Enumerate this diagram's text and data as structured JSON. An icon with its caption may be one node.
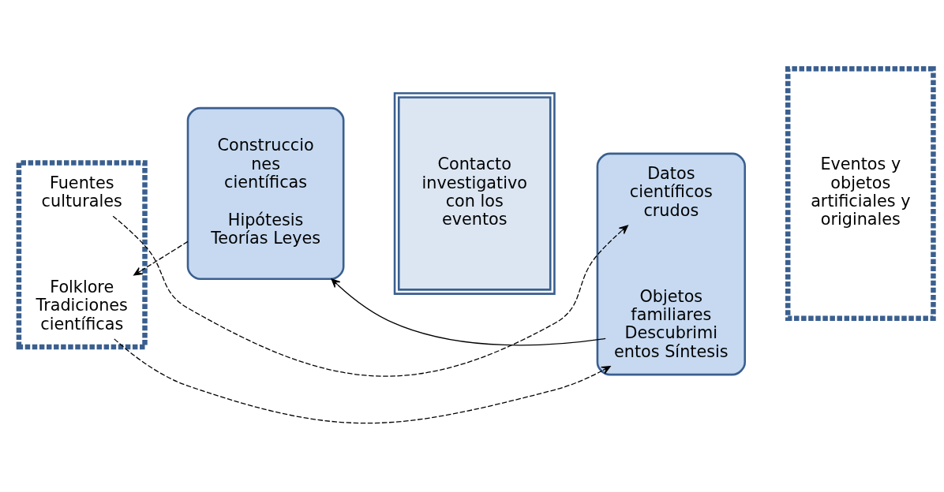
{
  "diagram": {
    "nodes": [
      {
        "text": [],
        "shape": "box"
      },
      {
        "text": [
          "Fuentes culturales"
        ],
        "in": 0
      },
      {
        "text": [
          "Folklore Tradiciones científicas"
        ],
        "in": 0
      },
      {
        "text": [
          "Construccio nes científicas",
          "Hipótesis Teorías Leyes"
        ]
      },
      {
        "text": [
          "Contacto investigativo con los eventos"
        ]
      },
      {
        "text": [],
        "shape": "box"
      },
      {
        "text": [
          "Datos científicos crudos"
        ],
        "in": 5
      },
      {
        "text": [
          "Objetos familiares Descubrimi entos Síntesis"
        ],
        "in": 5
      },
      {
        "text": [
          "Eventos y objetos artificiales y originales"
        ]
      }
    ],
    "edges": [
      {
        "from": 1,
        "to": 6,
        "arrow": "to",
        "style": "dashed"
      },
      {
        "from": 2,
        "to": 7,
        "arrow": "to",
        "style": "dashed"
      },
      {
        "from": 7,
        "to": 3,
        "arrow": "to"
      },
      {
        "from": 3,
        "to": 2,
        "arrow": "to",
        "style": "dashed"
      }
    ]
  }
}
